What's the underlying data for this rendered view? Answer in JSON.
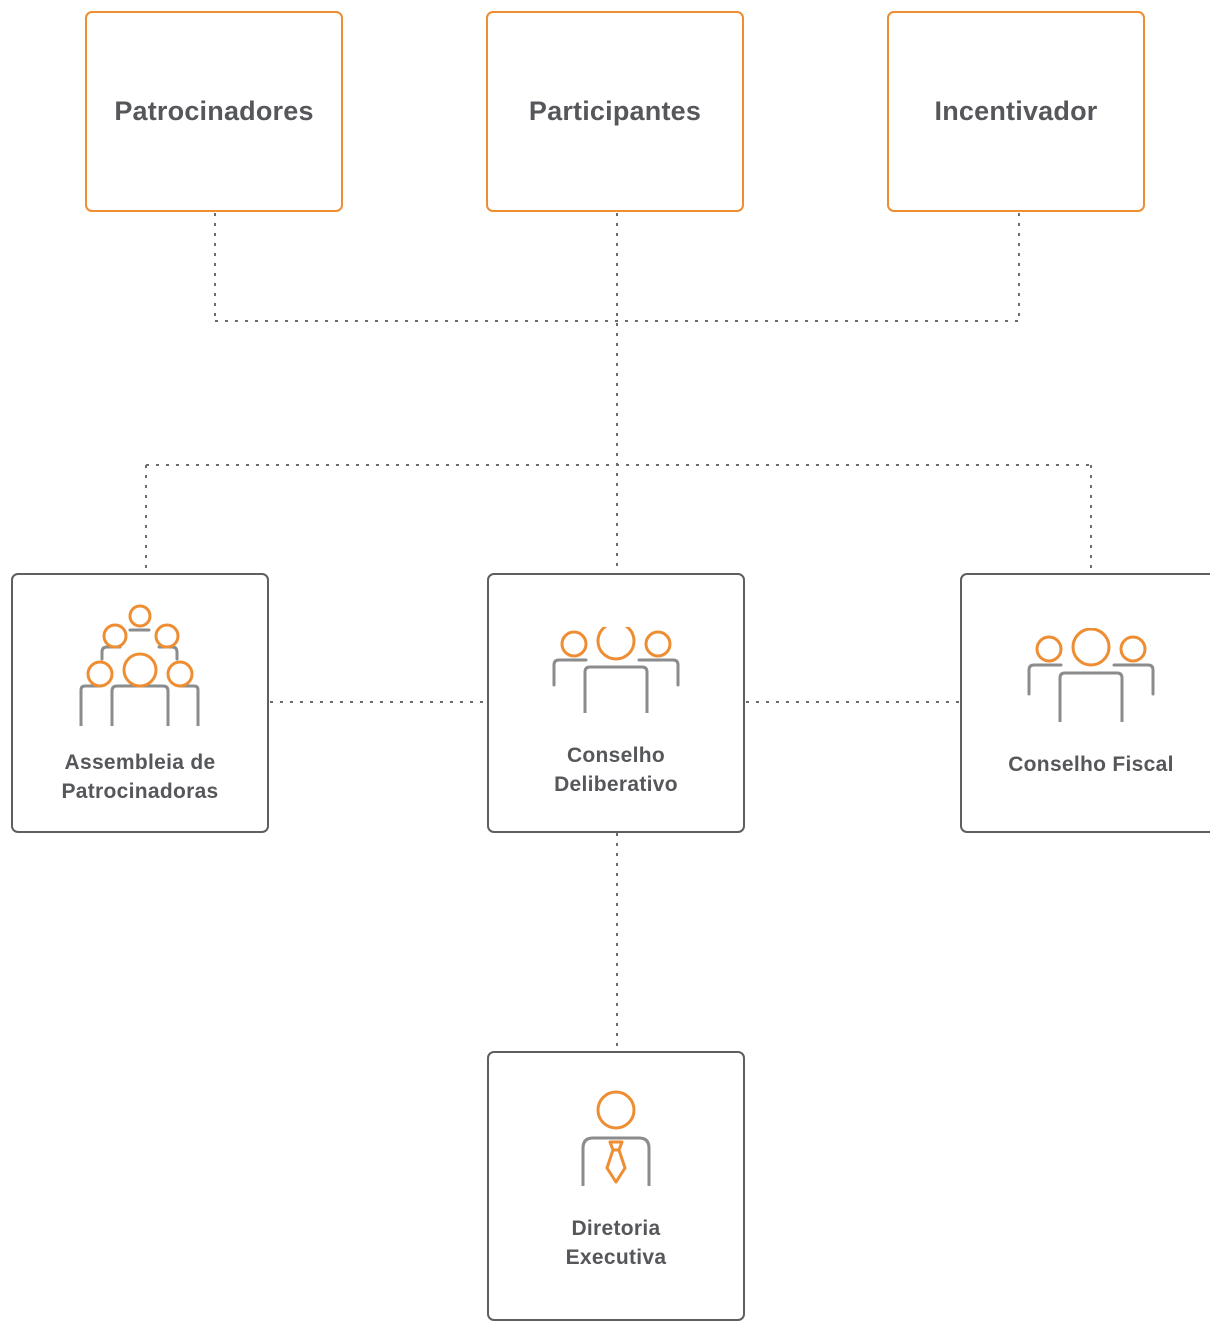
{
  "colors": {
    "accent": "#EE8D32",
    "border_dark": "#5d5f62",
    "text": "#55575a",
    "icon_gray": "#8a8c8e",
    "connector": "#6b6d70"
  },
  "top_row": {
    "patrocinadores": "Patrocinadores",
    "participantes": "Participantes",
    "incentivador": "Incentivador"
  },
  "bodies": {
    "assembleia": {
      "label": "Assembleia de\nPatrocinadoras",
      "icon": "group-of-six-people-icon"
    },
    "deliberativo": {
      "label": "Conselho\nDeliberativo",
      "icon": "group-of-three-people-icon"
    },
    "fiscal": {
      "label": "Conselho Fiscal",
      "icon": "group-of-three-people-icon"
    },
    "diretoria": {
      "label": "Diretoria\nExecutiva",
      "icon": "executive-person-icon"
    }
  }
}
